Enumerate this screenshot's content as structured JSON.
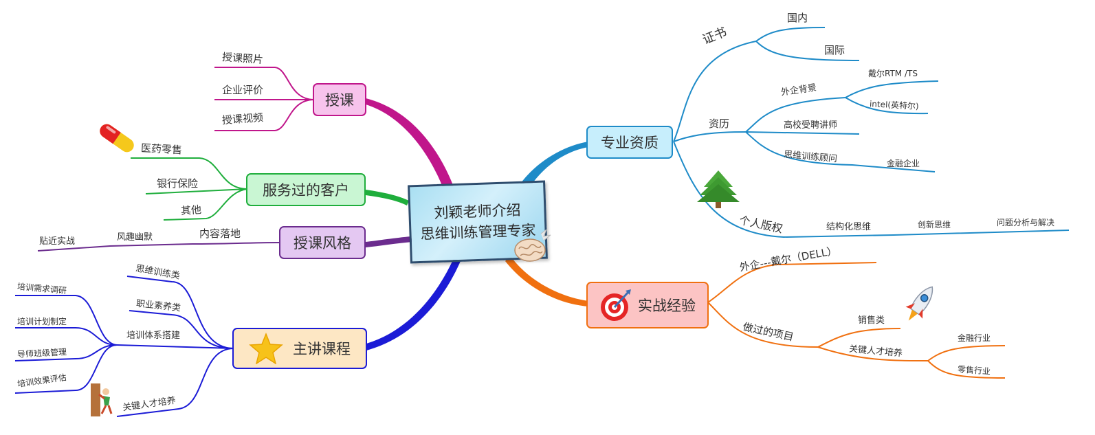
{
  "center": {
    "line1": "刘颖老师介绍",
    "line2": "思维训练管理专家"
  },
  "shouke": {
    "title": "授课",
    "items": [
      "授课照片",
      "企业评价",
      "授课视频"
    ]
  },
  "clients": {
    "title": "服务过的客户",
    "items": [
      "医药零售",
      "银行保险",
      "其他"
    ]
  },
  "style": {
    "title": "授课风格",
    "l1": "内容落地",
    "l2": "风趣幽默",
    "l3": "贴近实战"
  },
  "courses": {
    "title": "主讲课程",
    "items": [
      "思维训练类",
      "职业素养类",
      "培训体系搭建",
      "关键人才培养"
    ],
    "sub": [
      "培训需求调研",
      "培训计划制定",
      "导师班级管理",
      "培训效果评估"
    ]
  },
  "qual": {
    "title": "专业资质",
    "cert": "证书",
    "cert_items": [
      "国内",
      "国际"
    ],
    "resume": "资历",
    "foreign": "外企背景",
    "foreign_items": [
      "戴尔RTM /TS",
      "intel(英特尔)"
    ],
    "lecturer": "高校受聘讲师",
    "consultant": "思维训练顾问",
    "consultant_item": "金融企业",
    "copyright": "个人版权",
    "cp1": "结构化思维",
    "cp2": "创新思维",
    "cp3": "问题分析与解决"
  },
  "exp": {
    "title": "实战经验",
    "dell": "外企---戴尔（DELL）",
    "projects": "做过的项目",
    "sales": "销售类",
    "talent": "关键人才培养",
    "talent_items": [
      "金融行业",
      "零售行业"
    ]
  },
  "colors": {
    "shouke": "#c0168b",
    "clients": "#1fae3c",
    "style": "#6b2c8e",
    "courses": "#1b1bd6",
    "qual": "#1e8bc8",
    "exp": "#f07010"
  }
}
